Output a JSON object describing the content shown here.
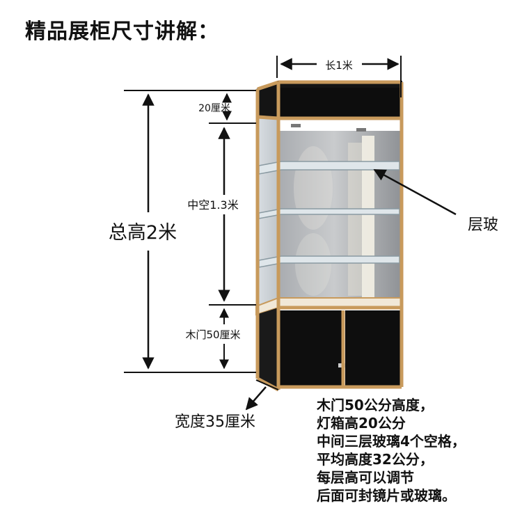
{
  "title": "精品展柜尺寸讲解：",
  "dimensions": {
    "length": "长1米",
    "lightbox_height": "20厘米",
    "hollow_height": "中空1.3米",
    "total_height": "总高2米",
    "door_height": "木门50厘米",
    "width": "宽度35厘米",
    "shelf_glass": "层玻"
  },
  "notes": [
    "木门50公分高度，",
    "灯箱高20公分",
    "中间三层玻璃4个空格，",
    "平均高度32公分，",
    "每层高可以调节",
    "后面可封镜片或玻璃。"
  ],
  "colors": {
    "frame": "#c89a5c",
    "panel": "#111111",
    "glass": "#c9ced3",
    "back": "#9b9ea2"
  }
}
